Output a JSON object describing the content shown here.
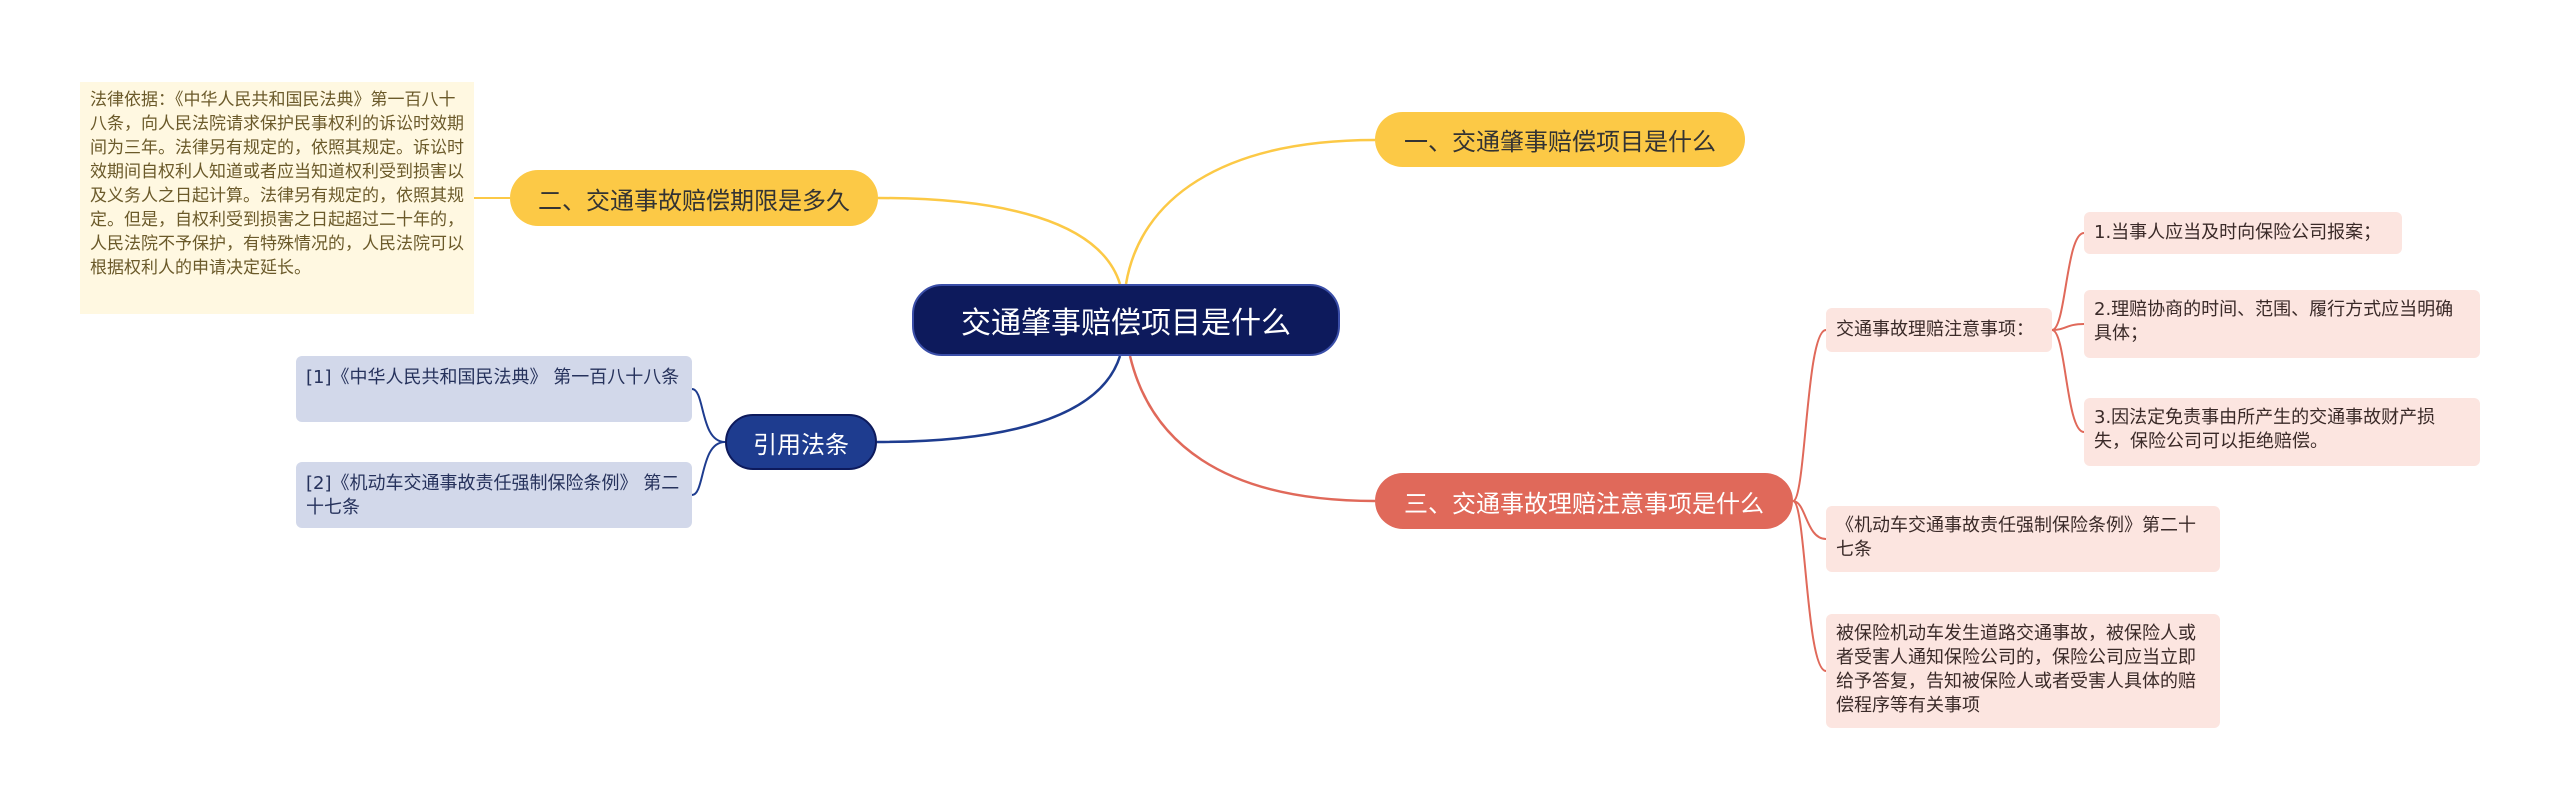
{
  "root": {
    "label": "交通肇事赔偿项目是什么"
  },
  "branches": {
    "b1": {
      "label": "一、交通肇事赔偿项目是什么"
    },
    "b2": {
      "label": "二、交通事故赔偿期限是多久",
      "note": "法律依据：《中华人民共和国民法典》第一百八十八条，向人民法院请求保护民事权利的诉讼时效期间为三年。法律另有规定的，依照其规定。诉讼时效期间自权利人知道或者应当知道权利受到损害以及义务人之日起计算。法律另有规定的，依照其规定。但是，自权利受到损害之日起超过二十年的，人民法院不予保护，有特殊情况的，人民法院可以根据权利人的申请决定延长。"
    },
    "b3": {
      "label": "引用法条",
      "refs": [
        "[1]《中华人民共和国民法典》 第一百八十八条",
        "[2]《机动车交通事故责任强制保险条例》 第二十七条"
      ]
    },
    "b4": {
      "label": "三、交通事故理赔注意事项是什么",
      "head": "交通事故理赔注意事项：",
      "items": [
        "1.当事人应当及时向保险公司报案；",
        "2.理赔协商的时间、范围、履行方式应当明确具体；",
        "3.因法定免责事由所产生的交通事故财产损失，保险公司可以拒绝赔偿。"
      ],
      "law": "《机动车交通事故责任强制保险条例》第二十七条",
      "detail": "被保险机动车发生道路交通事故，被保险人或者受害人通知保险公司的，保险公司应当立即给予答复，告知被保险人或者受害人具体的赔偿程序等有关事项"
    }
  },
  "colors": {
    "root": "#0d1a5c",
    "yellow": "#fcc946",
    "navy": "#1e3c8f",
    "coral": "#e0695a",
    "note_bg": "#fff8e1",
    "ref_bg": "#d2d8ea",
    "pink_bg": "#fce5e0"
  }
}
